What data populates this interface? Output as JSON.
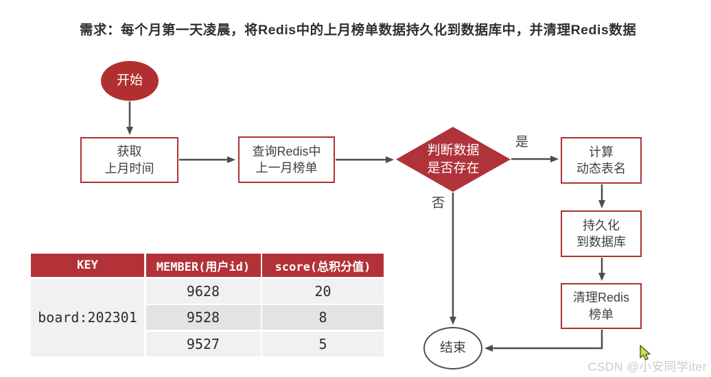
{
  "page": {
    "title": "需求：每个月第一天凌晨，将Redis中的上月榜单数据持久化到数据库中，并清理Redis数据"
  },
  "flowchart": {
    "start_label": "开始",
    "step_get_time": "获取\n上月时间",
    "step_query": "查询Redis中\n上一月榜单",
    "decision": "判断数据\n是否存在",
    "branch_yes": "是",
    "branch_no": "否",
    "step_table_name": "计算\n动态表名",
    "step_persist": "持久化\n到数据库",
    "step_clean": "清理Redis\n榜单",
    "end_label": "结束"
  },
  "table": {
    "headers": [
      "KEY",
      "MEMBER(用户id)",
      "score(总积分值)"
    ],
    "key_value": "board:202301",
    "rows": [
      {
        "member": "9628",
        "score": "20"
      },
      {
        "member": "9528",
        "score": "8"
      },
      {
        "member": "9527",
        "score": "5"
      }
    ]
  },
  "watermark": "CSDN @小安同学iter",
  "colors": {
    "accent_red": "#b12f30",
    "box_border_red": "#a83231",
    "table_header_red": "#b23237",
    "line_gray": "#4d4d4d",
    "cursor_green": "#c8e24a"
  }
}
